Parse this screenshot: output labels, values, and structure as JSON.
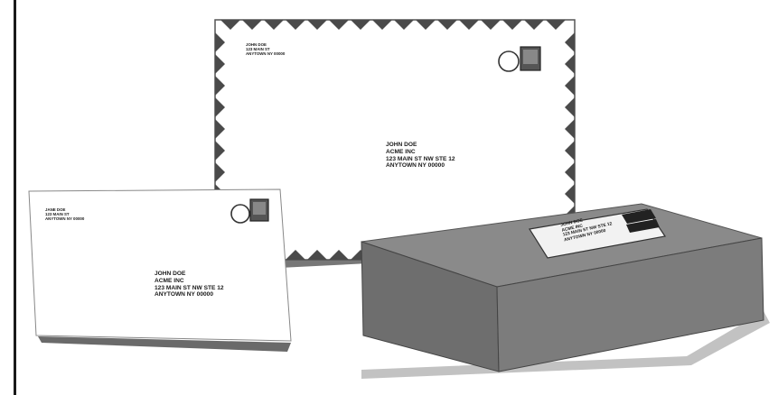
{
  "large_envelope": {
    "return_address": [
      "JOHN DOE",
      "123 MAIN ST",
      "ANYTOWN NY 00000"
    ],
    "delivery_address": [
      "JOHN DOE",
      "ACME INC",
      "123 MAIN ST NW STE 12",
      "ANYTOWN NY 00000"
    ]
  },
  "small_envelope": {
    "return_address": [
      "JANE DOE",
      "123 MAIN ST",
      "ANYTOWN NY 00000"
    ],
    "delivery_address": [
      "JOHN DOE",
      "ACME INC",
      "123 MAIN ST NW STE 12",
      "ANYTOWN NY 00000"
    ]
  },
  "package_label": {
    "lines": [
      "JOHN DOE",
      "ACME INC",
      "123 MAIN ST NW STE 12",
      "ANYTOWN NY 00000"
    ]
  },
  "colors": {
    "box_top": "#8a8a8a",
    "box_front": "#6e6e6e",
    "box_side": "#7c7c7c",
    "chevron": "#4a4a4a",
    "shadow": "#6a6a6a"
  }
}
